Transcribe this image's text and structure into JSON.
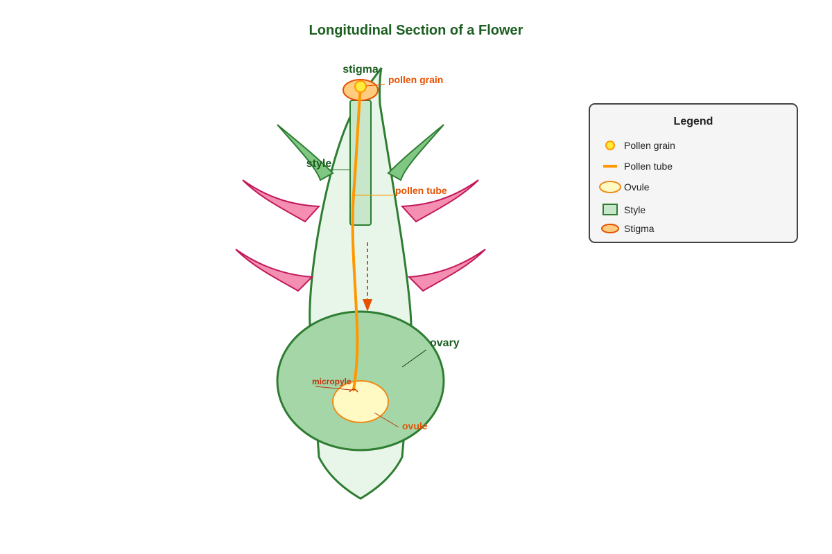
{
  "title": "Longitudinal Section of a Flower",
  "labels": {
    "stigma": "stigma",
    "pollen_grain": "pollen grain",
    "style": "style",
    "pollen_tube": "pollen tube",
    "ovary": "ovary",
    "micropyle": "micropyle",
    "ovule": "ovule"
  },
  "legend": {
    "title": "Legend",
    "items": [
      {
        "label": "Pollen grain",
        "icon": "pollen-grain-icon"
      },
      {
        "label": "Pollen tube",
        "icon": "pollen-tube-icon"
      },
      {
        "label": "Ovule",
        "icon": "ovule-icon"
      },
      {
        "label": "Style",
        "icon": "style-icon"
      },
      {
        "label": "Stigma",
        "icon": "stigma-icon"
      }
    ]
  },
  "colors": {
    "title": "#1b5e20",
    "receptacle_fill": "#e8f5e9",
    "receptacle_stroke": "#2e7d32",
    "ovary_fill": "#a5d6a7",
    "style_fill": "#c8e6c9",
    "sepal_fill": "#81c784",
    "petal_fill": "#f48fb1",
    "petal_stroke": "#c2185b",
    "stigma_fill": "#ffcc80",
    "stigma_stroke": "#e65100",
    "pollen_fill": "#ffeb3b",
    "pollen_tube": "#ff9800",
    "ovule_fill": "#fff9c4",
    "ovule_stroke": "#f57f17",
    "arrow": "#e65100",
    "legend_bg": "#f5f5f5",
    "legend_border": "#444444"
  }
}
